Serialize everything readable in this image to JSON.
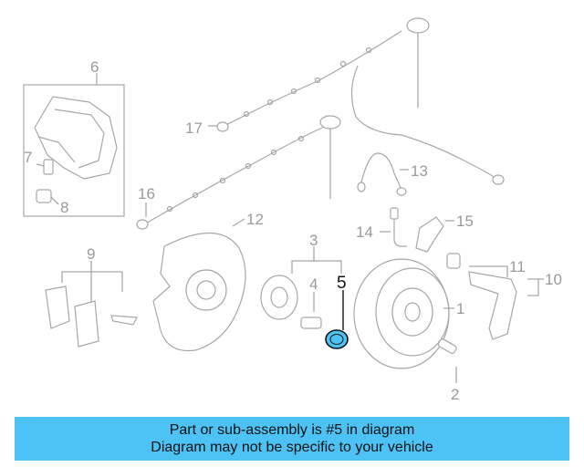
{
  "diagram": {
    "labels": {
      "p1": "1",
      "p2": "2",
      "p3": "3",
      "p4": "4",
      "p5": "5",
      "p6": "6",
      "p7": "7",
      "p8": "8",
      "p9": "9",
      "p10": "10",
      "p11": "11",
      "p12": "12",
      "p13": "13",
      "p14": "14",
      "p15": "15",
      "p16": "16",
      "p17": "17"
    },
    "highlighted_part": "5",
    "highlight_color": "#4dc3f5"
  },
  "banner": {
    "line1": "Part or sub-assembly is #5 in diagram",
    "line2": "Diagram may not be specific to your vehicle",
    "background": "#4dc3f5"
  }
}
